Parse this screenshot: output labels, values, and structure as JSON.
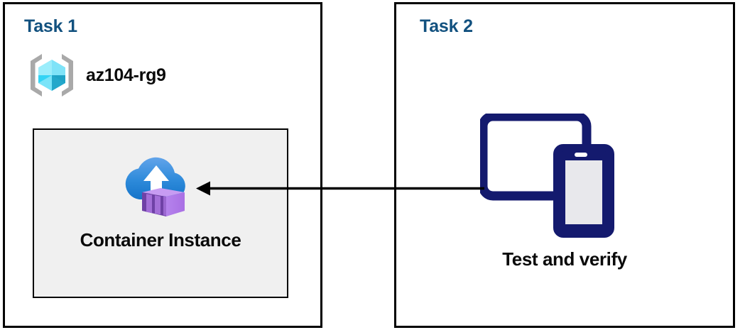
{
  "diagram": {
    "title": "Azure Container Instance task diagram",
    "background": "#ffffff",
    "colors": {
      "panel_border": "#000000",
      "panel_title": "#12517f",
      "label_text": "#0a0a0a",
      "inner_box_fill": "#f0f0f0",
      "arrow": "#000000",
      "device_navy": "#141a6e",
      "cloud_blue_light": "#5ea0e8",
      "cloud_blue_dark": "#1b79d0",
      "container_purple_light": "#b17ae8",
      "container_purple_dark": "#6a3fa0",
      "cube_cyan_light": "#9becfb",
      "cube_cyan_mid": "#32d4f5",
      "cube_teal_dark": "#1fa3c6",
      "bracket_gray": "#a9a9a9"
    }
  },
  "panels": [
    {
      "id": "task1",
      "title": "Task 1",
      "resource_group": {
        "label": "az104-rg9",
        "icon": "resource-group-icon"
      },
      "inner_box": {
        "label": "Container Instance",
        "icon": "container-instance-icon"
      }
    },
    {
      "id": "task2",
      "title": "Task 2",
      "item": {
        "label": "Test and verify",
        "icon": "devices-tablet-phone-icon"
      }
    }
  ],
  "connector": {
    "name": "arrow-task2-to-container-instance",
    "direction": "right-to-left",
    "icon": "left-arrow-icon"
  }
}
